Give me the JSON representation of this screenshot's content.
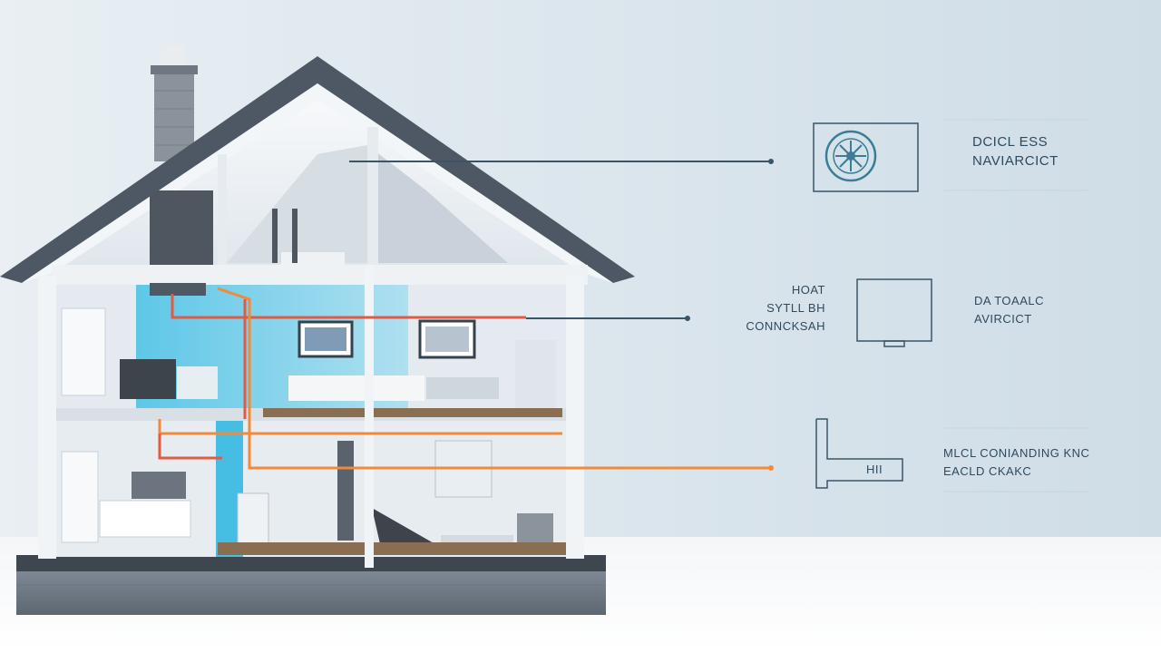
{
  "labels": {
    "top": {
      "line1": "DCICL ESS",
      "line2": "NAVIARCICT"
    },
    "mid_left": {
      "line1": "HOAT",
      "line2": "SYTLL BH",
      "line3": "CONNCKSAH"
    },
    "mid_right": {
      "line1": "DA TOAALC",
      "line2": "AVIRCICT"
    },
    "bottom": {
      "line1": "MLCL  CONIANDING KNC",
      "line2": "EACLD CKAKC"
    },
    "bottom_box": "HII"
  },
  "icons": [
    "fan-unit-icon",
    "display-panel-icon",
    "duct-unit-icon"
  ],
  "colors": {
    "accent_blue": "#3bb6e0",
    "pipe_red": "#e05a44",
    "pipe_orange": "#f28a3c",
    "line_dark": "#3a5566"
  }
}
